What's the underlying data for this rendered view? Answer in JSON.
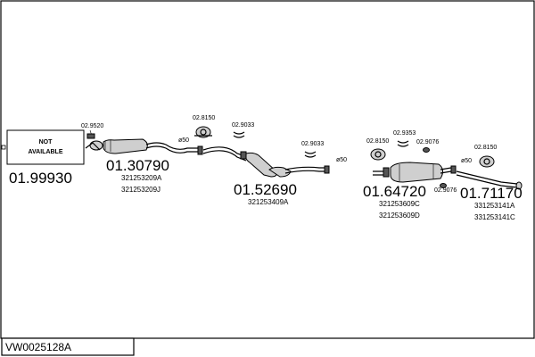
{
  "diagram": {
    "reference": "VW0025128A",
    "not_available": [
      "NOT",
      "AVAILABLE"
    ],
    "groups": [
      {
        "part_number": "01.99930",
        "oem": []
      },
      {
        "part_number": "01.30790",
        "oem": [
          "321253209A",
          "321253209J"
        ]
      },
      {
        "part_number": "01.52690",
        "oem": [
          "321253409A"
        ]
      },
      {
        "part_number": "01.64720",
        "oem": [
          "321253609C",
          "321253609D"
        ]
      },
      {
        "part_number": "01.71170",
        "oem": [
          "331253141A",
          "331253141C"
        ]
      }
    ],
    "accessories": [
      "02.9520",
      "02.8150",
      "02.9033",
      "02.9033",
      "02.8150",
      "02.9353",
      "02.9076",
      "02.9076",
      "02.8150"
    ],
    "diameters": [
      "ø50",
      "ø50",
      "ø50"
    ]
  }
}
